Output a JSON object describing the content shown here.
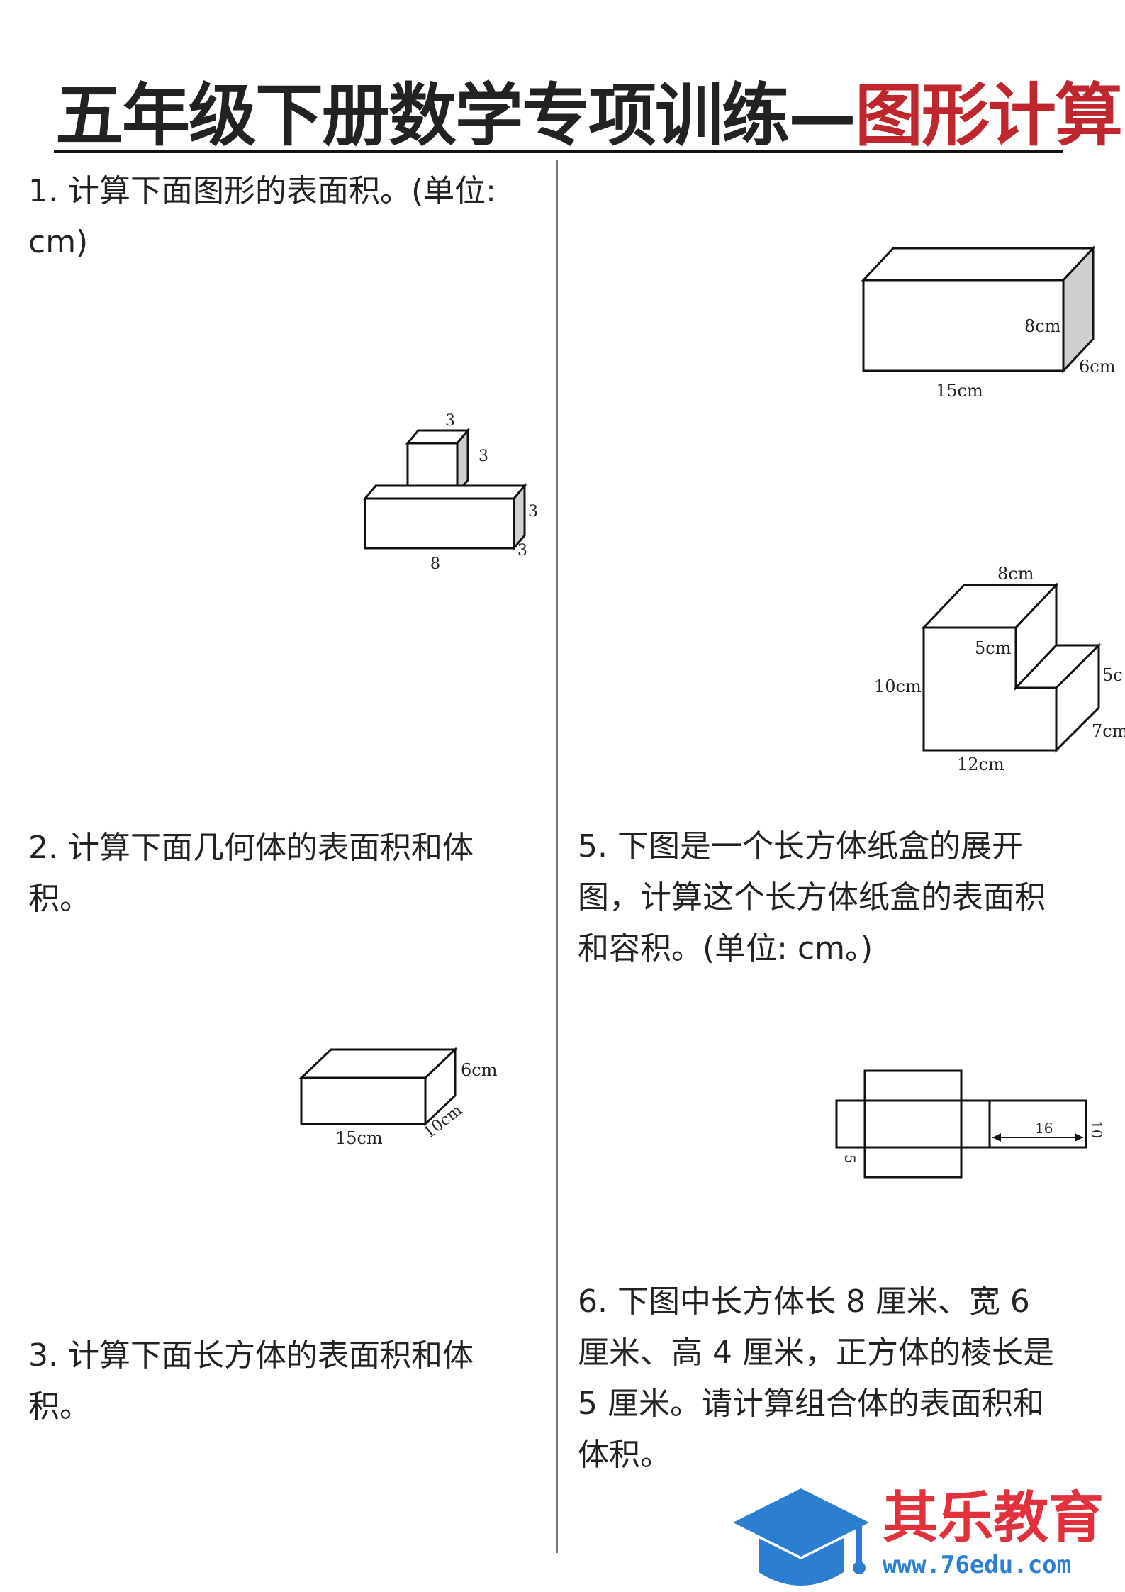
{
  "title": {
    "main": "五年级下册数学专项训练—",
    "accent": "图形计算"
  },
  "questions": {
    "q1": {
      "line1": "1. 计算下面图形的表面积。(单位:",
      "line2": "cm)"
    },
    "q2": {
      "line1": "2. 计算下面几何体的表面积和体",
      "line2": "积。"
    },
    "q3": {
      "line1": "3. 计算下面长方体的表面积和体",
      "line2": "积。"
    },
    "q5": {
      "line1": "5. 下图是一个长方体纸盒的展开",
      "line2": "图，计算这个长方体纸盒的表面积",
      "line3": "和容积。(单位: cm。)"
    },
    "q6": {
      "line1": "6. 下图中长方体长 8 厘米、宽 6",
      "line2": "厘米、高 4 厘米，正方体的棱长是",
      "line3": "5 厘米。请计算组合体的表面积和",
      "line4": "体积。"
    }
  },
  "figures": {
    "f1": {
      "top_w": "3",
      "top_h": "3",
      "bottom_h": "3",
      "bottom_d": "3",
      "bottom_w": "8"
    },
    "f2": {
      "height": "6cm",
      "depth": "10cm",
      "width": "15cm"
    },
    "fbox": {
      "height": "8cm",
      "depth": "6cm",
      "width": "15cm"
    },
    "fL": {
      "top": "8cm",
      "step_h": "5cm",
      "right_h": "5c",
      "left_h": "10cm",
      "depth": "7cm",
      "bottom": "12cm"
    },
    "fnet": {
      "length": "16",
      "height": "10",
      "width": "5"
    }
  },
  "brand": {
    "name": "其乐教育",
    "url": "www.76edu.com"
  },
  "colors": {
    "accent": "#c0262d",
    "brand_red": "#e0313c",
    "brand_blue": "#2c7fd0"
  }
}
